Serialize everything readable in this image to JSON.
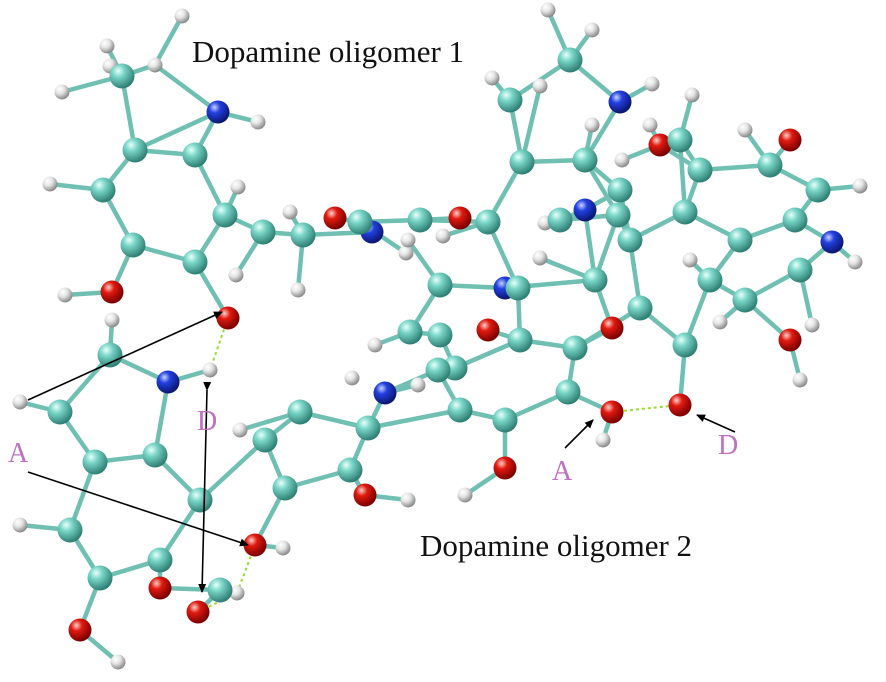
{
  "labels": {
    "oligomer_1": "Dopamine oligomer 1",
    "oligomer_2": "Dopamine oligomer 2",
    "acceptor_left": "A",
    "donor_left": "D",
    "acceptor_right": "A",
    "donor_right": "D"
  },
  "colors": {
    "background": "#ffffff",
    "carbon": "#5fc4b4",
    "hydrogen": "#e6e6e6",
    "oxygen": "#d8140c",
    "nitrogen": "#1f3fd6",
    "bond": "#6fbfb3",
    "hbond": "#99dd33",
    "annotation": "#c070c0",
    "arrow": "#000000",
    "text": "#111111"
  }
}
